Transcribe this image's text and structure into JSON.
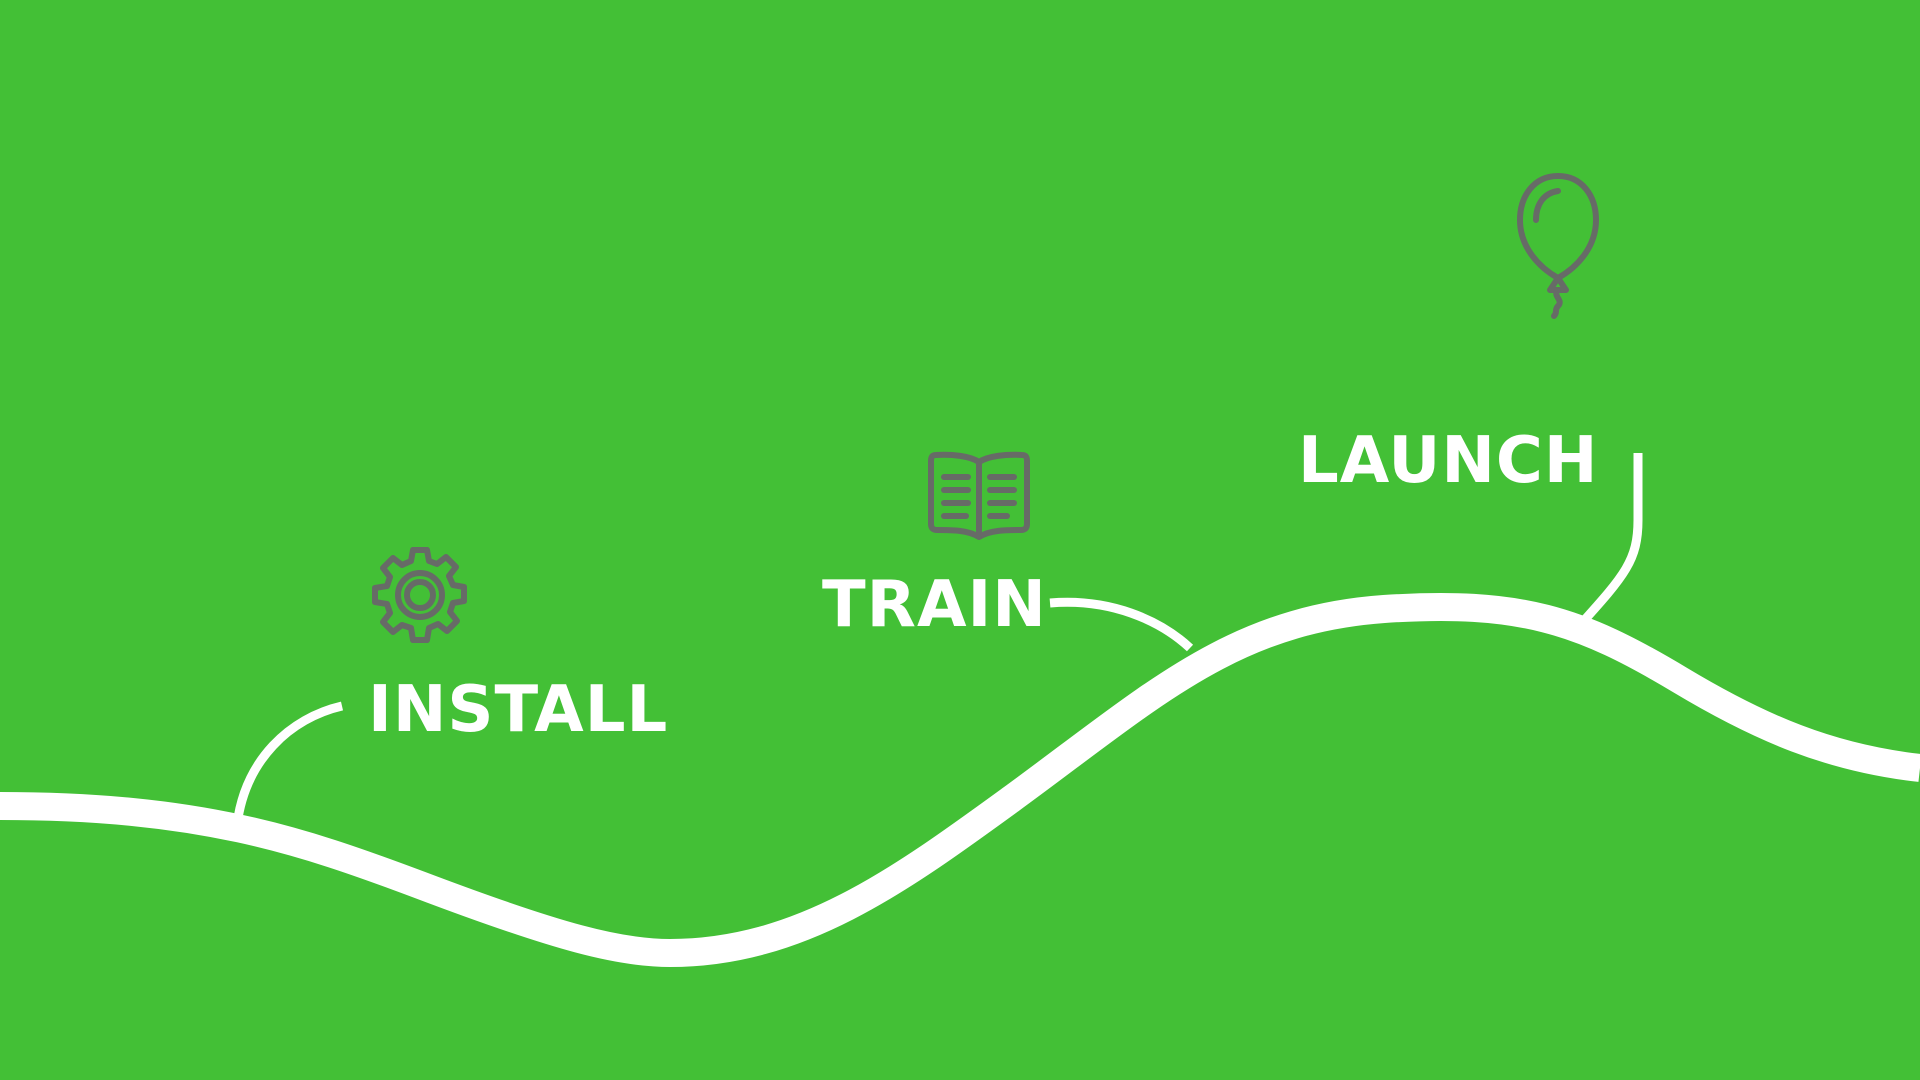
{
  "steps": [
    {
      "id": "install",
      "label": "INSTALL",
      "icon": "gear-icon"
    },
    {
      "id": "train",
      "label": "TRAIN",
      "icon": "book-icon"
    },
    {
      "id": "launch",
      "label": "LAUNCH",
      "icon": "balloon-icon"
    }
  ],
  "colors": {
    "background": "#43c036",
    "path": "#ffffff",
    "icon": "#676b67",
    "text": "#ffffff"
  }
}
